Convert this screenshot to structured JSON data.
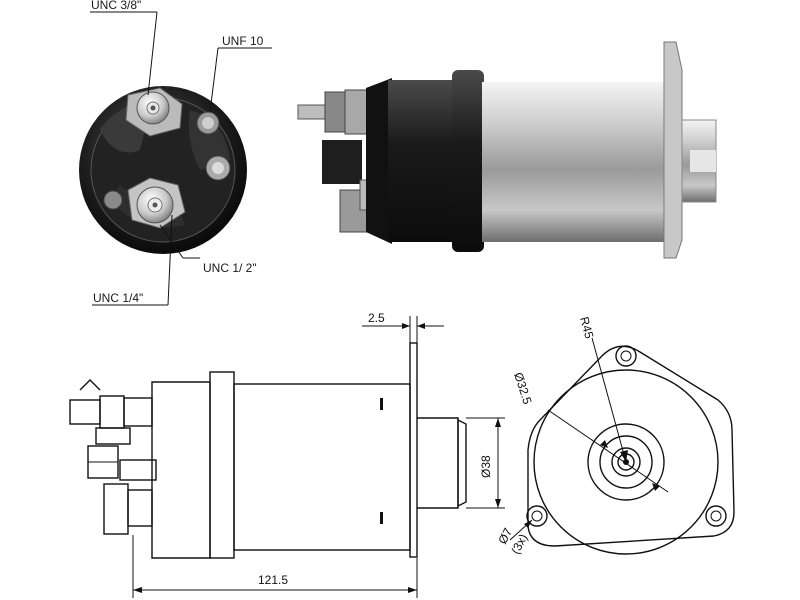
{
  "callouts": {
    "unc_38": "UNC 3/8\"",
    "unf_10": "UNF 10",
    "unc_12": "UNC 1/ 2\"",
    "unc_14": "UNC 1/4\""
  },
  "dimensions": {
    "flange_thickness": "2.5",
    "overall_length": "121.5",
    "plunger_diameter": "Ø38",
    "radius": "R45",
    "bore_diameter": "Ø32.5",
    "hole_diameter": "Ø7",
    "hole_count": "(3x)"
  },
  "colors": {
    "line": "#111111",
    "body_dark": "#1c1c1c",
    "metal_light": "#d9d9d9",
    "metal_mid": "#9a9a9a"
  }
}
